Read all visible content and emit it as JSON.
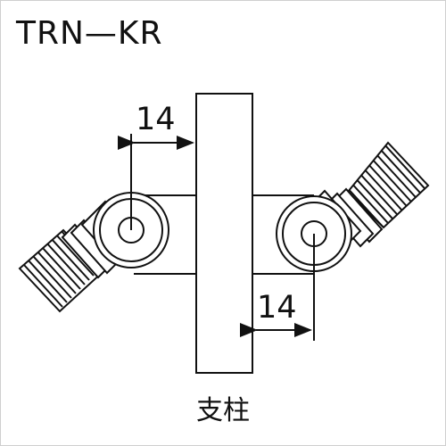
{
  "title": "TRN—KR",
  "post_label": "支柱",
  "dimensions": {
    "top_left": "14",
    "bottom_right": "14"
  },
  "colors": {
    "line": "#111111",
    "background": "#ffffff",
    "border": "#cfcfcf"
  }
}
